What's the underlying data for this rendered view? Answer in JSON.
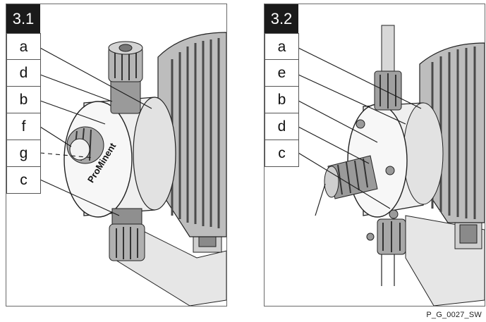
{
  "figures": [
    {
      "number": "3.1",
      "labels": [
        "a",
        "d",
        "b",
        "f",
        "g",
        "c"
      ],
      "logo_text": "ProMinent"
    },
    {
      "number": "3.2",
      "labels": [
        "a",
        "e",
        "b",
        "d",
        "c"
      ]
    }
  ],
  "drawing_code": "P_G_0027_SW",
  "colors": {
    "line": "#1a1a1a",
    "shade": "#dcdcdc",
    "dark": "#5a5a5a",
    "badge": "#1a1a1a"
  }
}
